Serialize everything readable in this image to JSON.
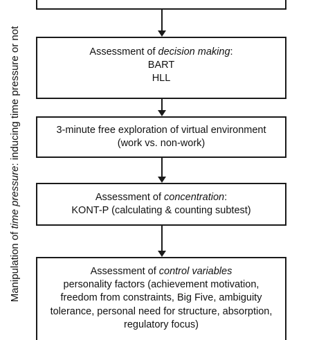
{
  "side_label": {
    "before": "Manipulation of ",
    "emphasis": "time pressure",
    "after": ": inducing time pressure or not"
  },
  "boxes": [
    {
      "lines": []
    },
    {
      "heading_plain": "Assessment of ",
      "heading_emphasis": "decision making",
      "heading_suffix": ":",
      "lines": [
        "BART",
        "HLL"
      ]
    },
    {
      "lines": [
        "3-minute free exploration of virtual environment",
        "(work vs. non-work)"
      ]
    },
    {
      "heading_plain": "Assessment of ",
      "heading_emphasis": "concentration",
      "heading_suffix": ":",
      "lines": [
        "KONT-P (calculating & counting subtest)"
      ]
    },
    {
      "heading_plain": "Assessment of ",
      "heading_emphasis": "control variables",
      "heading_suffix": "",
      "lines": [
        "personality factors (achievement motivation,",
        "freedom from constraints, Big Five, ambiguity",
        "tolerance, personal need for structure, absorption,",
        "regulatory focus)"
      ]
    }
  ]
}
